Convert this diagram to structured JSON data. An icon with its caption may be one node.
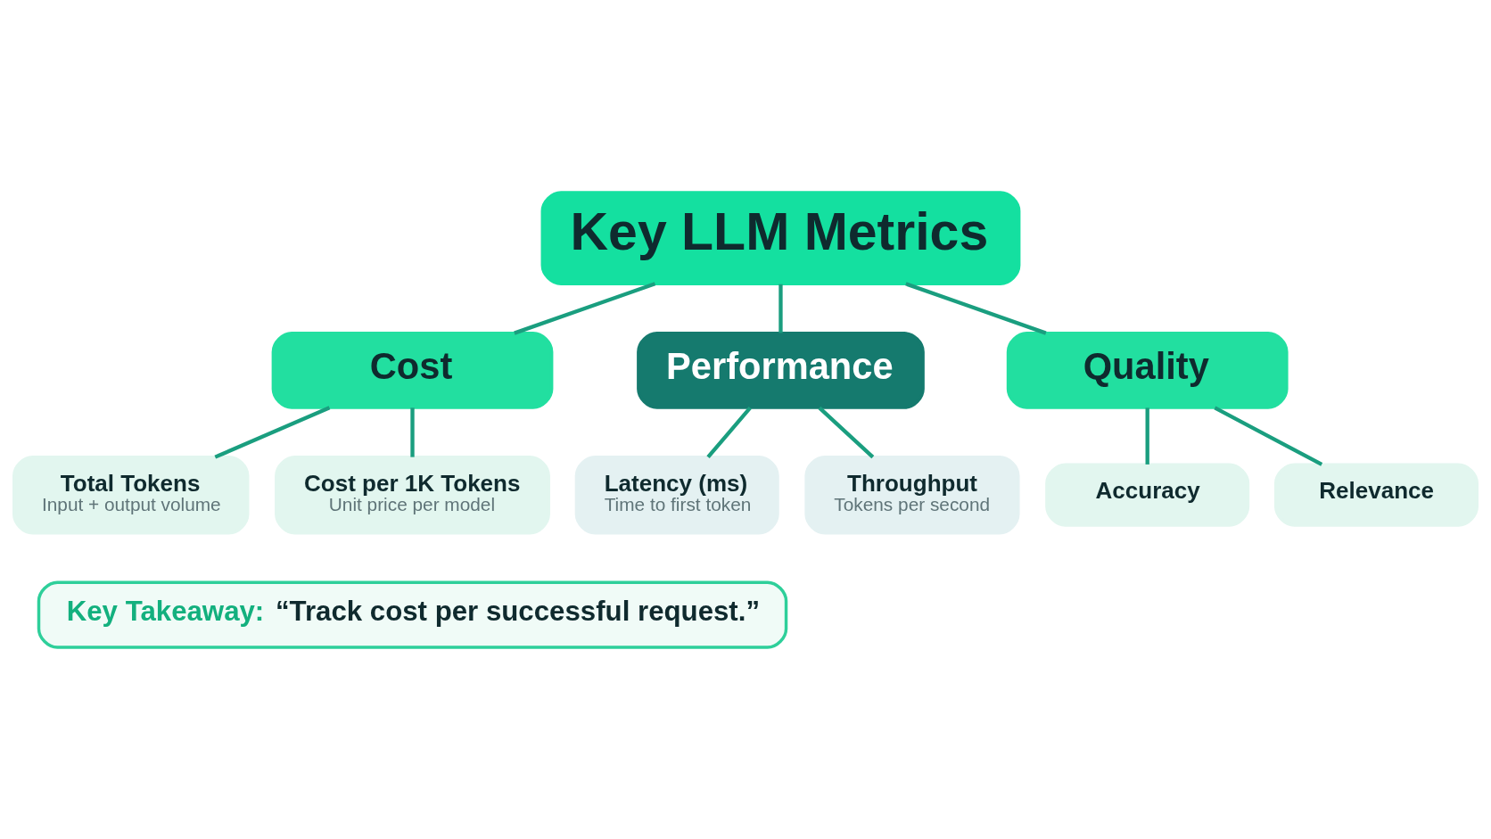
{
  "diagram": {
    "nodes": [
      {
        "text": [
          "Key LLM Metrics"
        ]
      },
      {
        "text": [
          "Cost"
        ]
      },
      {
        "text": [
          "Performance"
        ]
      },
      {
        "text": [
          "Quality"
        ]
      },
      {
        "text": [
          "Total Tokens",
          "Input + output volume"
        ]
      },
      {
        "text": [
          "Cost per 1K Tokens",
          "Unit price per model"
        ]
      },
      {
        "text": [
          "Latency (ms)",
          "Time to first token"
        ]
      },
      {
        "text": [
          "Throughput",
          "Tokens per second"
        ]
      },
      {
        "text": [
          "Accuracy"
        ]
      },
      {
        "text": [
          "Relevance"
        ]
      },
      {
        "text": [
          "Key Takeaway:",
          "“Track cost per successful request.”"
        ]
      }
    ],
    "edges": [
      {
        "from": 0,
        "to": 1,
        "arrow": "none"
      },
      {
        "from": 0,
        "to": 2,
        "arrow": "none"
      },
      {
        "from": 0,
        "to": 3,
        "arrow": "none"
      },
      {
        "from": 1,
        "to": 4,
        "arrow": "none"
      },
      {
        "from": 1,
        "to": 5,
        "arrow": "none"
      },
      {
        "from": 2,
        "to": 6,
        "arrow": "none"
      },
      {
        "from": 2,
        "to": 7,
        "arrow": "none"
      },
      {
        "from": 3,
        "to": 8,
        "arrow": "none"
      },
      {
        "from": 3,
        "to": 9,
        "arrow": "none"
      }
    ]
  }
}
